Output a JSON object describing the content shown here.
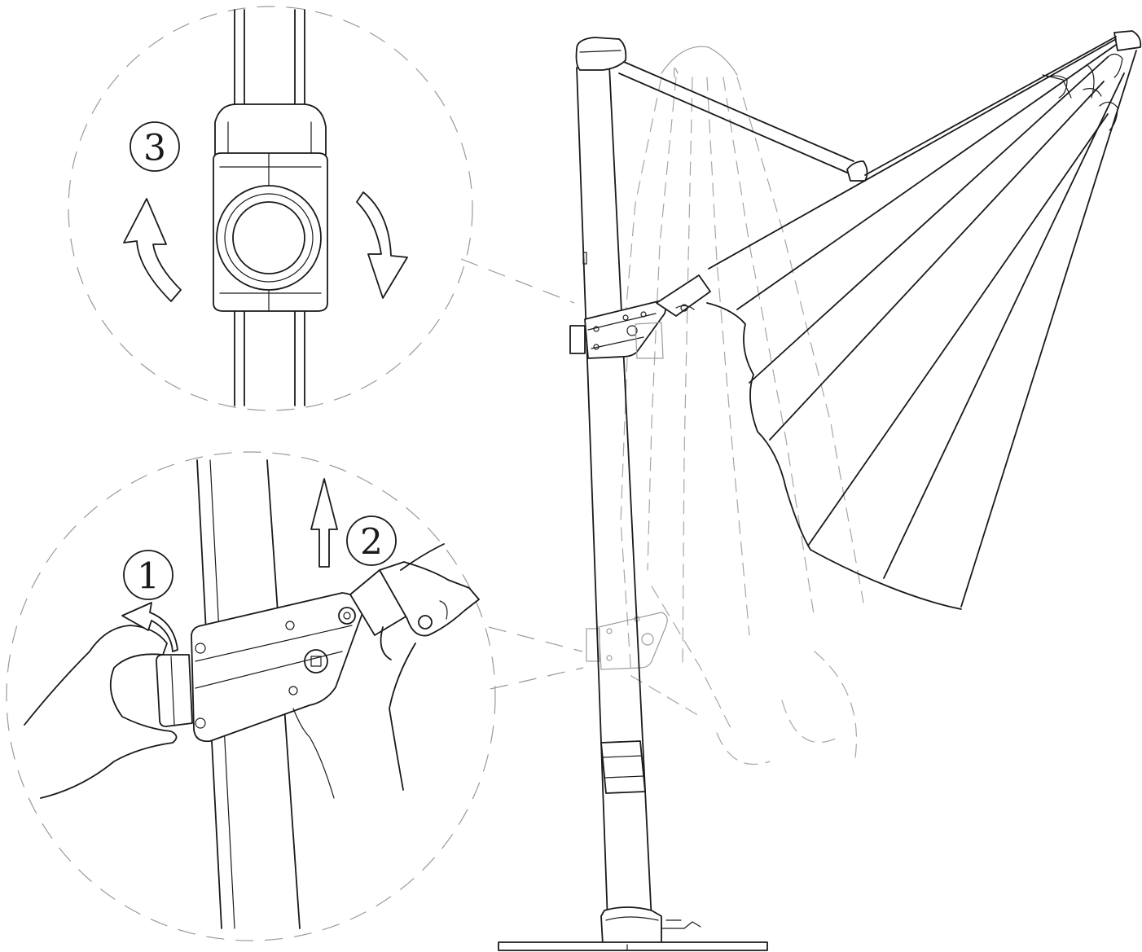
{
  "steps": [
    {
      "label": "1"
    },
    {
      "label": "2"
    },
    {
      "label": "3"
    }
  ],
  "colors": {
    "line": "#1a1a1a",
    "ghost": "#9c9c9c",
    "background": "#ffffff"
  },
  "icons": [
    "rotate-left-arrow-icon",
    "rotate-right-arrow-icon",
    "lift-up-arrow-icon",
    "pull-out-arrow-icon",
    "hand-icon"
  ]
}
